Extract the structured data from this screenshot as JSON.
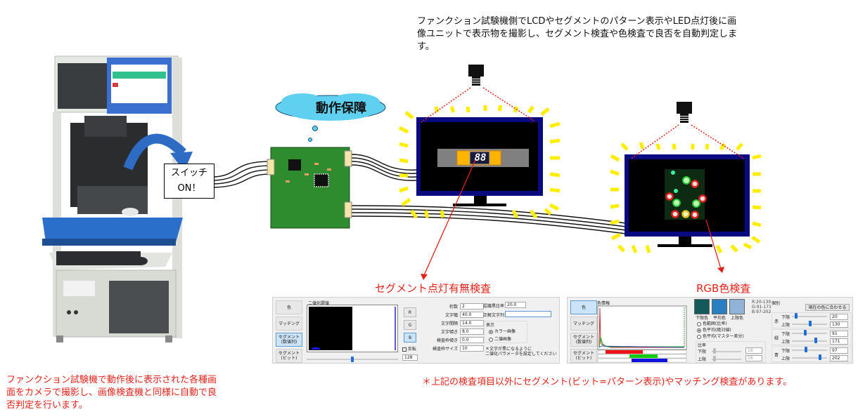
{
  "notes": {
    "top": "ファンクション試験機側でLCDやセグメントのパターン表示やLED点灯後に画像ユニットで表示物を撮影し、セグメント検査や色検査で良否を自動判定します。",
    "left": "ファンクション試験機で動作後に表示された各種画面をカメラで撮影し、画像検査機と同様に自動で良否判定を行います。",
    "bottom": "＊上記の検査項目以外にセグメント(ビット=パターン表示)やマッチング検査があります。"
  },
  "diagram": {
    "switch_line1": "スイッチ",
    "switch_line2": "ON！",
    "cloud_label": "動作保障",
    "segment_display": "88",
    "label_segment": "セグメント点灯有無検査",
    "label_rgb": "RGB色検査",
    "colors": {
      "accent_red": "#e2231a",
      "monitor_frame": "#0a0a80",
      "glow": "#ffee00",
      "pcb": "#2e8b2e",
      "cloud": "#5fd0f0"
    }
  },
  "panel_segment": {
    "tabs": [
      "色",
      "マッチング",
      "セグメント(数値列)",
      "セグメント(ビット)"
    ],
    "active_tab": 2,
    "group_title": "二値化閾値",
    "rgb_buttons": [
      "R",
      "G",
      "B"
    ],
    "invert_label": "反転",
    "threshold_value": "128",
    "threshold_fraction": 0.5,
    "fields": [
      {
        "label": "桁数",
        "value": "2"
      },
      {
        "label": "文字幅",
        "value": "40.0"
      },
      {
        "label": "文字間隔",
        "value": "14.0"
      },
      {
        "label": "文字傾き",
        "value": "8.0"
      },
      {
        "label": "検査枠傾き",
        "value": "0.0"
      },
      {
        "label": "検査枠サイズ",
        "value": "10"
      }
    ],
    "recog_ratio_label": "認識黒比率",
    "recog_ratio_value": "20.0",
    "correct_string_label": "正解文字列",
    "correct_string_value": "",
    "display_label": "表示",
    "display_options": [
      "カラー画像",
      "二値画像"
    ],
    "display_selected": 0,
    "hint_line1": "＊文字が黒になるように",
    "hint_line2": "二値化パラメータを設定してください"
  },
  "panel_color": {
    "tabs": [
      "色",
      "マッチング",
      "セグメント(数値列)",
      "セグメント(ビット)"
    ],
    "active_tab": 0,
    "group_title": "色情報",
    "swatches": [
      {
        "label": "下限色",
        "color": "#145a5a"
      },
      {
        "label": "平均色",
        "color": "#2a7fc0"
      },
      {
        "label": "上限色",
        "color": "#8fb4d8"
      }
    ],
    "range_text": [
      "R:20-130",
      "G:91-171",
      "B:97-202"
    ],
    "mode_options": [
      "色範囲(比率)",
      "色平均(絶対値)",
      "色平均(マスター差分)"
    ],
    "mode_selected": 1,
    "ratio_label": "比率",
    "ratio_lower_label": "下限",
    "ratio_upper_label": "上限",
    "ratio_lower_value": "16",
    "ratio_upper_value": "16",
    "individual_label": "個別",
    "match_button": "現在の色に合わせる",
    "channels": [
      {
        "name": "赤",
        "lower_label": "下限",
        "lower": "20",
        "upper_label": "上限",
        "upper": "130"
      },
      {
        "name": "緑",
        "lower_label": "下限",
        "lower": "91",
        "upper_label": "上限",
        "upper": "171"
      },
      {
        "name": "青",
        "lower_label": "下限",
        "lower": "97",
        "upper_label": "上限",
        "upper": "202"
      }
    ]
  }
}
